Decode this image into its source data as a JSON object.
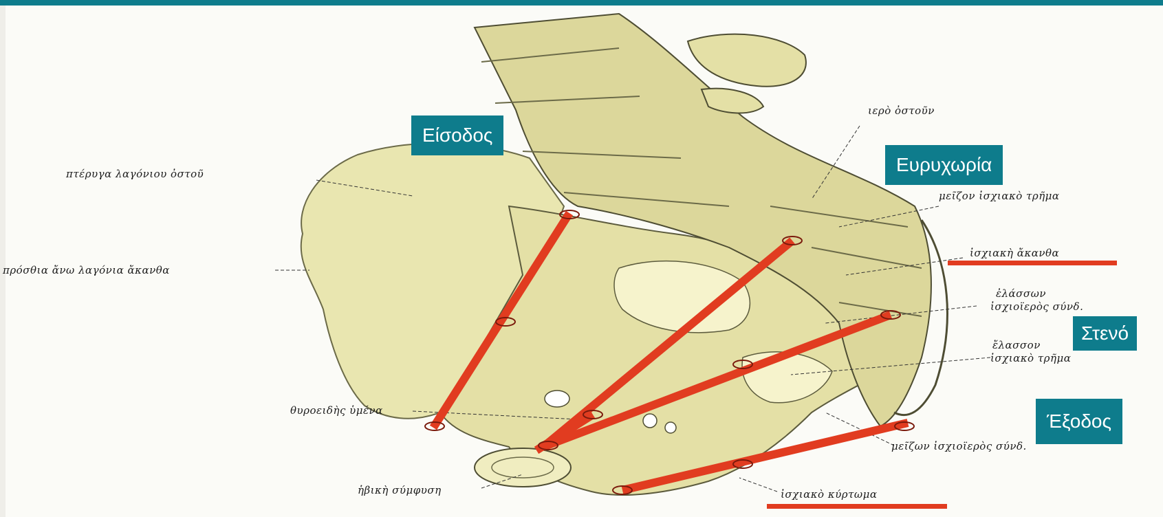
{
  "colors": {
    "accent": "#0e7c8c",
    "line": "#e13c20",
    "bone": "#e9e6b0"
  },
  "tags": {
    "eisodos": "Είσοδος",
    "evryxoria": "Ευρυχωρία",
    "steno": "Στενό",
    "exodos": "Έξοδος"
  },
  "labels": {
    "iero_ostoun": "ιερὸ ὀστοῦν",
    "pteryga": "πτέρυγα λαγόνιου ὀστοῦ",
    "prosthia": "πρόσθια ἄνω λαγόνια ἄκανθα",
    "meizon_trima": "μεῖζον ἰσχιακὸ τρῆμα",
    "ischiaki_akantha": "ἰσχιακὴ ἄκανθα",
    "elasson_syndesmos_1": "ἐλάσσων",
    "elasson_syndesmos_2": "ἰσχιοϊερὸς σύνδ.",
    "elasson_trima_1": "ἔλασσον",
    "elasson_trima_2": "ἰσχιακὸ τρῆμα",
    "thyroeidis": "θυροειδὴς ὑμένα",
    "meizon_syndesmos": "μεῖζων ἰσχιοϊερὸς σύνδ.",
    "ivikisymfysi": "ἡβικὴ σύμφυση",
    "ischiako_kyrtoma": "ἰσχιακὸ κύρτωμα"
  }
}
